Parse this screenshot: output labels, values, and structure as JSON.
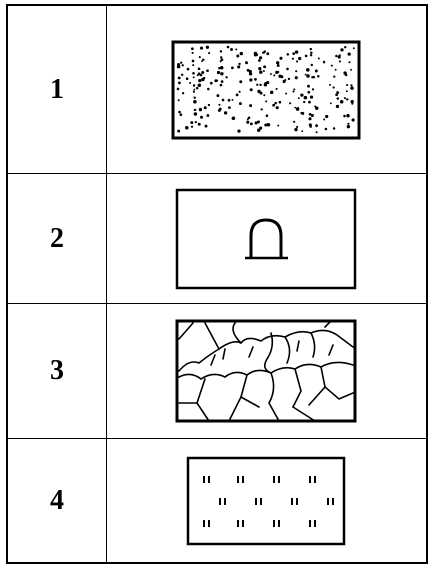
{
  "rows": [
    {
      "number": "1",
      "symbol": "stippled-fill-icon"
    },
    {
      "number": "2",
      "symbol": "arch-symbol-icon"
    },
    {
      "number": "3",
      "symbol": "rock-hatch-icon"
    },
    {
      "number": "4",
      "symbol": "grass-tuft-icon"
    }
  ]
}
